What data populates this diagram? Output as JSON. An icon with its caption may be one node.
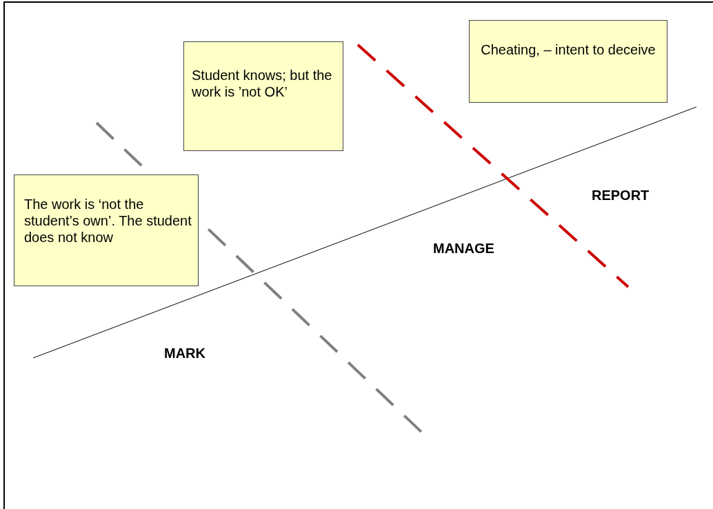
{
  "diagram": {
    "nodes": [
      {
        "text": [
          "The work is ‘not the student’s own’. The student does not know"
        ]
      },
      {
        "text": [
          "Student knows; but the work is ’not OK’"
        ]
      },
      {
        "text": [
          "Cheating, – intent to deceive"
        ]
      }
    ],
    "labels": [
      "REPORT",
      "MANAGE",
      "MARK"
    ]
  }
}
